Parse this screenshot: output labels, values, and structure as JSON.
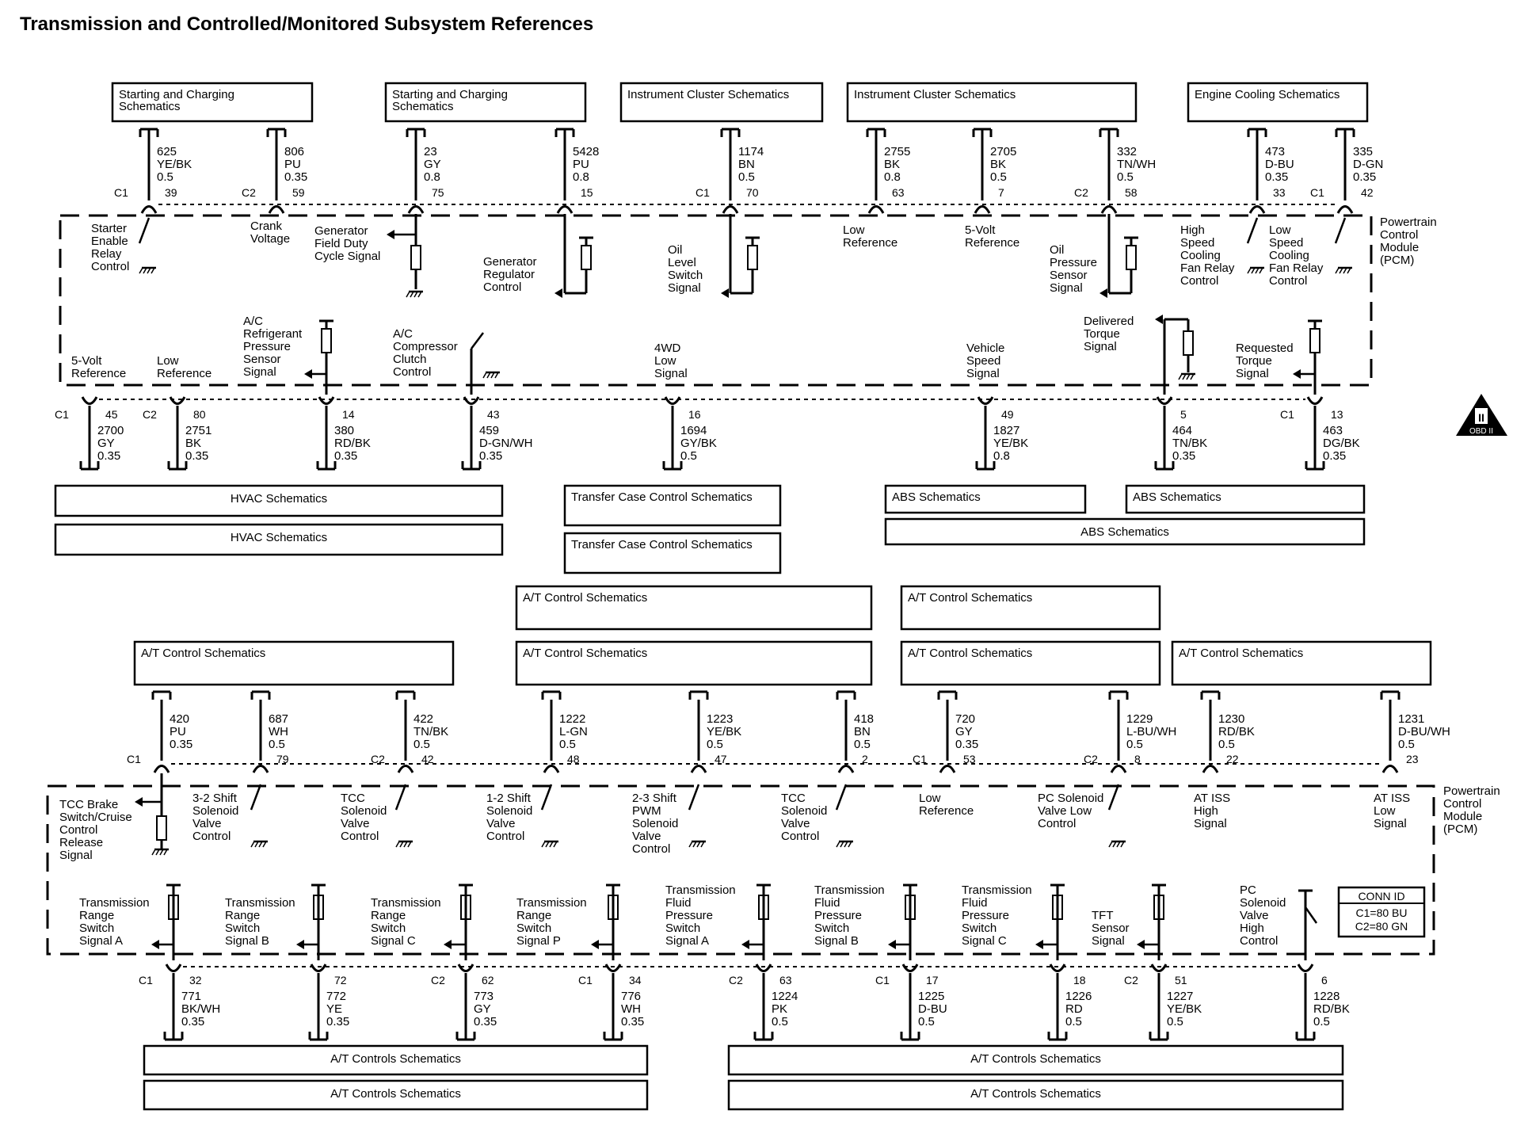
{
  "title": "Transmission and Controlled/Monitored Subsystem References",
  "pcm_label": [
    "Powertrain",
    "Control",
    "Module",
    "(PCM)"
  ],
  "conn_id": {
    "title": "CONN ID",
    "lines": [
      "C1=80 BU",
      "C2=80 GN"
    ]
  },
  "obd_badge": {
    "top": "II",
    "bottom": "OBD II"
  },
  "top_boxes": [
    [
      "Starting and Charging",
      "Schematics"
    ],
    [
      "Starting and Charging",
      "Schematics"
    ],
    [
      "Instrument Cluster Schematics"
    ],
    [
      "Instrument Cluster Schematics"
    ],
    [
      "Engine Cooling Schematics"
    ]
  ],
  "top_wires": [
    {
      "circuit": "625",
      "color": "YE/BK",
      "gauge": "0.5",
      "pin": "39",
      "conn": "C1"
    },
    {
      "circuit": "806",
      "color": "PU",
      "gauge": "0.35",
      "pin": "59",
      "conn": "C2"
    },
    {
      "circuit": "23",
      "color": "GY",
      "gauge": "0.8",
      "pin": "75",
      "conn": ""
    },
    {
      "circuit": "5428",
      "color": "PU",
      "gauge": "0.8",
      "pin": "15",
      "conn": ""
    },
    {
      "circuit": "1174",
      "color": "BN",
      "gauge": "0.5",
      "pin": "70",
      "conn": "C1"
    },
    {
      "circuit": "2755",
      "color": "BK",
      "gauge": "0.8",
      "pin": "63",
      "conn": ""
    },
    {
      "circuit": "2705",
      "color": "BK",
      "gauge": "0.5",
      "pin": "7",
      "conn": ""
    },
    {
      "circuit": "332",
      "color": "TN/WH",
      "gauge": "0.5",
      "pin": "58",
      "conn": "C2"
    },
    {
      "circuit": "473",
      "color": "D-BU",
      "gauge": "0.35",
      "pin": "33",
      "conn": ""
    },
    {
      "circuit": "335",
      "color": "D-GN",
      "gauge": "0.35",
      "pin": "42",
      "conn": "C1"
    }
  ],
  "top_labels": [
    [
      "Starter",
      "Enable",
      "Relay",
      "Control"
    ],
    [
      "Crank",
      "Voltage"
    ],
    [
      "Generator",
      "Field Duty",
      "Cycle Signal"
    ],
    [
      "Generator",
      "Regulator",
      "Control"
    ],
    [
      "Oil",
      "Level",
      "Switch",
      "Signal"
    ],
    [
      "Low",
      "Reference"
    ],
    [
      "5-Volt",
      "Reference"
    ],
    [
      "Oil",
      "Pressure",
      "Sensor",
      "Signal"
    ],
    [
      "High",
      "Speed",
      "Cooling",
      "Fan Relay",
      "Control"
    ],
    [
      "Low",
      "Speed",
      "Cooling",
      "Fan Relay",
      "Control"
    ]
  ],
  "mid_labels": [
    [
      "5-Volt",
      "Reference"
    ],
    [
      "Low",
      "Reference"
    ],
    [
      "A/C",
      "Refrigerant",
      "Pressure",
      "Sensor",
      "Signal"
    ],
    [
      "A/C",
      "Compressor",
      "Clutch",
      "Control"
    ],
    [
      "4WD",
      "Low",
      "Signal"
    ],
    [
      "Vehicle",
      "Speed",
      "Signal"
    ],
    [
      "Delivered",
      "Torque",
      "Signal"
    ],
    [
      "Requested",
      "Torque",
      "Signal"
    ]
  ],
  "mid_wires": [
    {
      "circuit": "2700",
      "color": "GY",
      "gauge": "0.35",
      "pin": "45",
      "conn": "C1"
    },
    {
      "circuit": "2751",
      "color": "BK",
      "gauge": "0.35",
      "pin": "80",
      "conn": "C2"
    },
    {
      "circuit": "380",
      "color": "RD/BK",
      "gauge": "0.35",
      "pin": "14",
      "conn": ""
    },
    {
      "circuit": "459",
      "color": "D-GN/WH",
      "gauge": "0.35",
      "pin": "43",
      "conn": ""
    },
    {
      "circuit": "1694",
      "color": "GY/BK",
      "gauge": "0.5",
      "pin": "16",
      "conn": ""
    },
    {
      "circuit": "1827",
      "color": "YE/BK",
      "gauge": "0.8",
      "pin": "49",
      "conn": ""
    },
    {
      "circuit": "464",
      "color": "TN/BK",
      "gauge": "0.35",
      "pin": "5",
      "conn": ""
    },
    {
      "circuit": "463",
      "color": "DG/BK",
      "gauge": "0.35",
      "pin": "13",
      "conn": "C1"
    }
  ],
  "mid_boxes": [
    "HVAC Schematics",
    "HVAC Schematics",
    "Transfer Case Control Schematics",
    "Transfer Case Control Schematics",
    "ABS Schematics",
    "ABS Schematics",
    "ABS Schematics"
  ],
  "at_boxes": [
    "A/T Control Schematics",
    "A/T Control Schematics",
    "A/T Control Schematics",
    "A/T Control Schematics",
    "A/T Control Schematics",
    "A/T Control Schematics"
  ],
  "lower_top_wires": [
    {
      "circuit": "420",
      "color": "PU",
      "gauge": "0.35",
      "pin": "",
      "conn": "C1"
    },
    {
      "circuit": "687",
      "color": "WH",
      "gauge": "0.5",
      "pin": "79",
      "conn": ""
    },
    {
      "circuit": "422",
      "color": "TN/BK",
      "gauge": "0.5",
      "pin": "42",
      "conn": "C2"
    },
    {
      "circuit": "1222",
      "color": "L-GN",
      "gauge": "0.5",
      "pin": "48",
      "conn": ""
    },
    {
      "circuit": "1223",
      "color": "YE/BK",
      "gauge": "0.5",
      "pin": "47",
      "conn": ""
    },
    {
      "circuit": "418",
      "color": "BN",
      "gauge": "0.5",
      "pin": "2",
      "conn": ""
    },
    {
      "circuit": "720",
      "color": "GY",
      "gauge": "0.35",
      "pin": "53",
      "conn": "C1"
    },
    {
      "circuit": "1229",
      "color": "L-BU/WH",
      "gauge": "0.5",
      "pin": "8",
      "conn": "C2"
    },
    {
      "circuit": "1230",
      "color": "RD/BK",
      "gauge": "0.5",
      "pin": "22",
      "conn": ""
    },
    {
      "circuit": "1231",
      "color": "D-BU/WH",
      "gauge": "0.5",
      "pin": "23",
      "conn": ""
    }
  ],
  "lower_top_labels": [
    [
      "TCC Brake",
      "Switch/Cruise",
      "Control",
      "Release",
      "Signal"
    ],
    [
      "3-2 Shift",
      "Solenoid",
      "Valve",
      "Control"
    ],
    [
      "TCC",
      "Solenoid",
      "Valve",
      "Control"
    ],
    [
      "1-2 Shift",
      "Solenoid",
      "Valve",
      "Control"
    ],
    [
      "2-3 Shift",
      "PWM",
      "Solenoid",
      "Valve",
      "Control"
    ],
    [
      "TCC",
      "Solenoid",
      "Valve",
      "Control"
    ],
    [
      "Low",
      "Reference"
    ],
    [
      "PC Solenoid",
      "Valve Low",
      "Control"
    ],
    [
      "AT ISS",
      "High",
      "Signal"
    ],
    [
      "AT ISS",
      "Low",
      "Signal"
    ]
  ],
  "lower_bottom_labels": [
    [
      "Transmission",
      "Range",
      "Switch",
      "Signal A"
    ],
    [
      "Transmission",
      "Range",
      "Switch",
      "Signal B"
    ],
    [
      "Transmission",
      "Range",
      "Switch",
      "Signal C"
    ],
    [
      "Transmission",
      "Range",
      "Switch",
      "Signal P"
    ],
    [
      "Transmission",
      "Fluid",
      "Pressure",
      "Switch",
      "Signal A"
    ],
    [
      "Transmission",
      "Fluid",
      "Pressure",
      "Switch",
      "Signal B"
    ],
    [
      "Transmission",
      "Fluid",
      "Pressure",
      "Switch",
      "Signal C"
    ],
    [
      "TFT",
      "Sensor",
      "Signal"
    ],
    [
      "PC",
      "Solenoid",
      "Valve",
      "High",
      "Control"
    ]
  ],
  "bottom_wires": [
    {
      "circuit": "771",
      "color": "BK/WH",
      "gauge": "0.35",
      "pin": "32",
      "conn": "C1"
    },
    {
      "circuit": "772",
      "color": "YE",
      "gauge": "0.35",
      "pin": "72",
      "conn": ""
    },
    {
      "circuit": "773",
      "color": "GY",
      "gauge": "0.35",
      "pin": "62",
      "conn": "C2"
    },
    {
      "circuit": "776",
      "color": "WH",
      "gauge": "0.35",
      "pin": "34",
      "conn": "C1"
    },
    {
      "circuit": "1224",
      "color": "PK",
      "gauge": "0.5",
      "pin": "63",
      "conn": "C2"
    },
    {
      "circuit": "1225",
      "color": "D-BU",
      "gauge": "0.5",
      "pin": "17",
      "conn": "C1"
    },
    {
      "circuit": "1226",
      "color": "RD",
      "gauge": "0.5",
      "pin": "18",
      "conn": ""
    },
    {
      "circuit": "1227",
      "color": "YE/BK",
      "gauge": "0.5",
      "pin": "51",
      "conn": "C2"
    },
    {
      "circuit": "1228",
      "color": "RD/BK",
      "gauge": "0.5",
      "pin": "6",
      "conn": ""
    }
  ],
  "bottom_boxes": [
    "A/T Controls Schematics",
    "A/T Controls Schematics",
    "A/T Controls Schematics",
    "A/T Controls Schematics"
  ]
}
